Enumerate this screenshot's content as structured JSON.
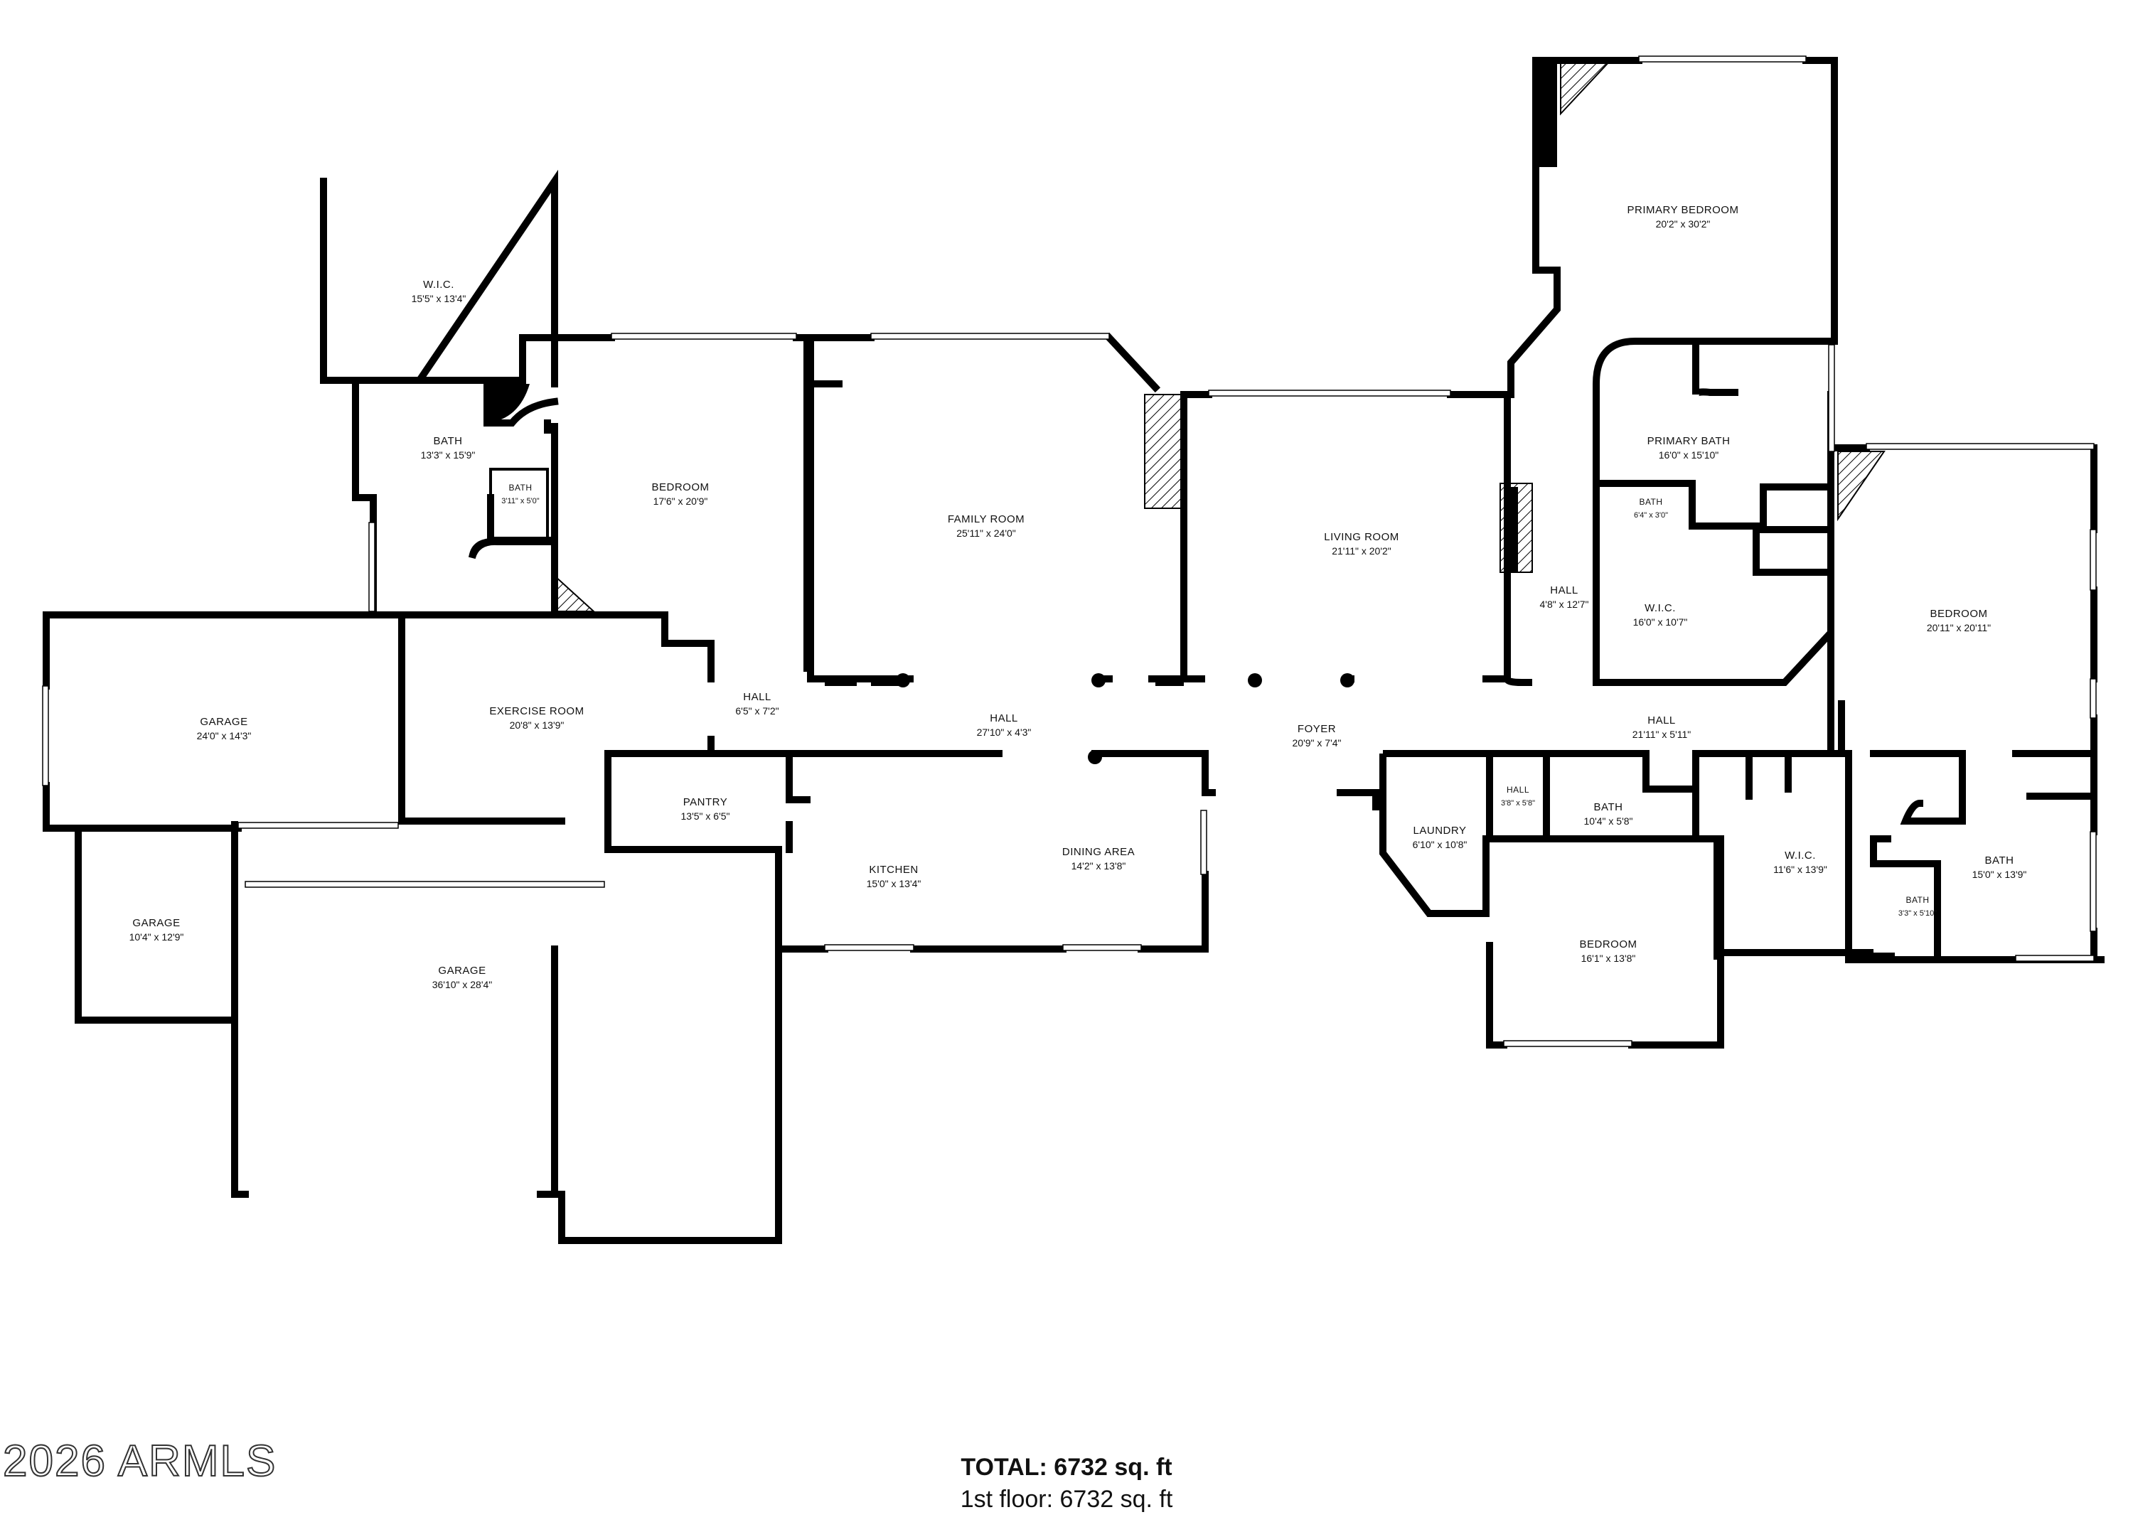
{
  "rooms": [
    {
      "name": "W.I.C.",
      "dim": "15'5\" x 13'4\""
    },
    {
      "name": "BATH",
      "dim": "13'3\" x 15'9\""
    },
    {
      "name": "BATH",
      "dim": "3'11\" x 5'0\""
    },
    {
      "name": "BEDROOM",
      "dim": "17'6\" x 20'9\""
    },
    {
      "name": "FAMILY ROOM",
      "dim": "25'11\" x 24'0\""
    },
    {
      "name": "LIVING ROOM",
      "dim": "21'11\" x 20'2\""
    },
    {
      "name": "PRIMARY BEDROOM",
      "dim": "20'2\" x 30'2\""
    },
    {
      "name": "PRIMARY BATH",
      "dim": "16'0\" x 15'10\""
    },
    {
      "name": "BATH",
      "dim": "6'4\" x 3'0\""
    },
    {
      "name": "HALL",
      "dim": "4'8\" x 12'7\""
    },
    {
      "name": "W.I.C.",
      "dim": "16'0\" x 10'7\""
    },
    {
      "name": "BEDROOM",
      "dim": "20'11\" x 20'11\""
    },
    {
      "name": "GARAGE",
      "dim": "24'0\" x 14'3\""
    },
    {
      "name": "EXERCISE ROOM",
      "dim": "20'8\" x 13'9\""
    },
    {
      "name": "HALL",
      "dim": "6'5\" x 7'2\""
    },
    {
      "name": "HALL",
      "dim": "27'10\" x 4'3\""
    },
    {
      "name": "FOYER",
      "dim": "20'9\" x 7'4\""
    },
    {
      "name": "HALL",
      "dim": "21'11\" x 5'11\""
    },
    {
      "name": "PANTRY",
      "dim": "13'5\" x 6'5\""
    },
    {
      "name": "KITCHEN",
      "dim": "15'0\" x 13'4\""
    },
    {
      "name": "DINING AREA",
      "dim": "14'2\" x 13'8\""
    },
    {
      "name": "LAUNDRY",
      "dim": "6'10\" x 10'8\""
    },
    {
      "name": "HALL",
      "dim": "3'8\" x 5'8\""
    },
    {
      "name": "BATH",
      "dim": "10'4\" x 5'8\""
    },
    {
      "name": "W.I.C.",
      "dim": "11'6\" x 13'9\""
    },
    {
      "name": "BATH",
      "dim": "15'0\" x 13'9\""
    },
    {
      "name": "BATH",
      "dim": "3'3\" x 5'10\""
    },
    {
      "name": "BEDROOM",
      "dim": "16'1\" x 13'8\""
    },
    {
      "name": "GARAGE",
      "dim": "10'4\" x 12'9\""
    },
    {
      "name": "GARAGE",
      "dim": "36'10\" x 28'4\""
    }
  ],
  "total": {
    "label": "TOTAL: 6732 sq. ft",
    "floor": "1st floor: 6732 sq. ft"
  },
  "watermark": "2026 ARMLS"
}
